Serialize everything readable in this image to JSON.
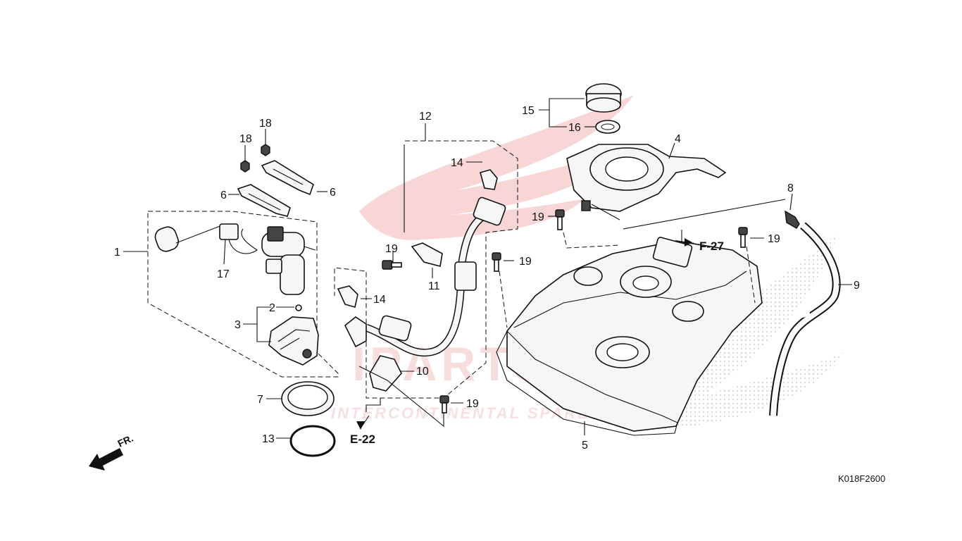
{
  "watermark": {
    "text": "IPARTS",
    "tagline": "INTERCONTINENTAL SPARE PARTS",
    "color": "#e36a6a"
  },
  "callouts": [
    "1",
    "2",
    "3",
    "4",
    "5",
    "6",
    "6",
    "7",
    "8",
    "9",
    "10",
    "11",
    "12",
    "13",
    "14",
    "14",
    "15",
    "16",
    "17",
    "18",
    "18",
    "19",
    "19",
    "19",
    "19",
    "19"
  ],
  "references": [
    "F-27",
    "E-22"
  ],
  "direction_label": "FR.",
  "diagram_code": "K018F2600"
}
